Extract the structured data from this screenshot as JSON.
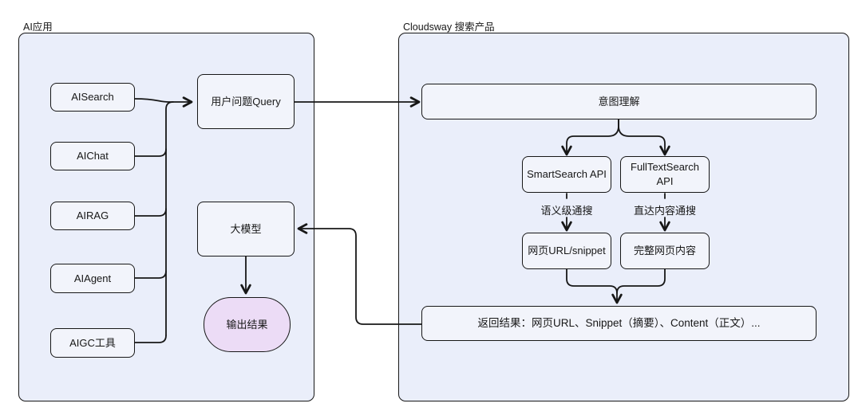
{
  "groups": {
    "ai_apps": {
      "label": "AI应用",
      "nodes": {
        "aisearch": "AISearch",
        "aichat": "AIChat",
        "airag": "AIRAG",
        "aiagent": "AIAgent",
        "aigc_tools": "AIGC工具",
        "user_query": "用户问题Query",
        "llm": "大模型",
        "output": "输出结果"
      }
    },
    "cloudsway": {
      "label": "Cloudsway 搜索产品",
      "nodes": {
        "intent": "意图理解",
        "smartsearch_api": "SmartSearch API",
        "fulltextsearch_api": "FullTextSearch API",
        "web_url_snippet": "网页URL/snippet",
        "full_web_content": "完整网页内容",
        "return_result": "返回结果：网页URL、Snippet（摘要）、Content（正文）..."
      },
      "edge_labels": {
        "semantic_search": "语义级通搜",
        "direct_content_search": "直达内容通搜"
      }
    }
  },
  "colors": {
    "container_fill": "#eaeefa",
    "node_fill": "#f2f4fb",
    "output_fill": "#ecdcf6",
    "stroke": "#171717",
    "background": "#ffffff"
  }
}
